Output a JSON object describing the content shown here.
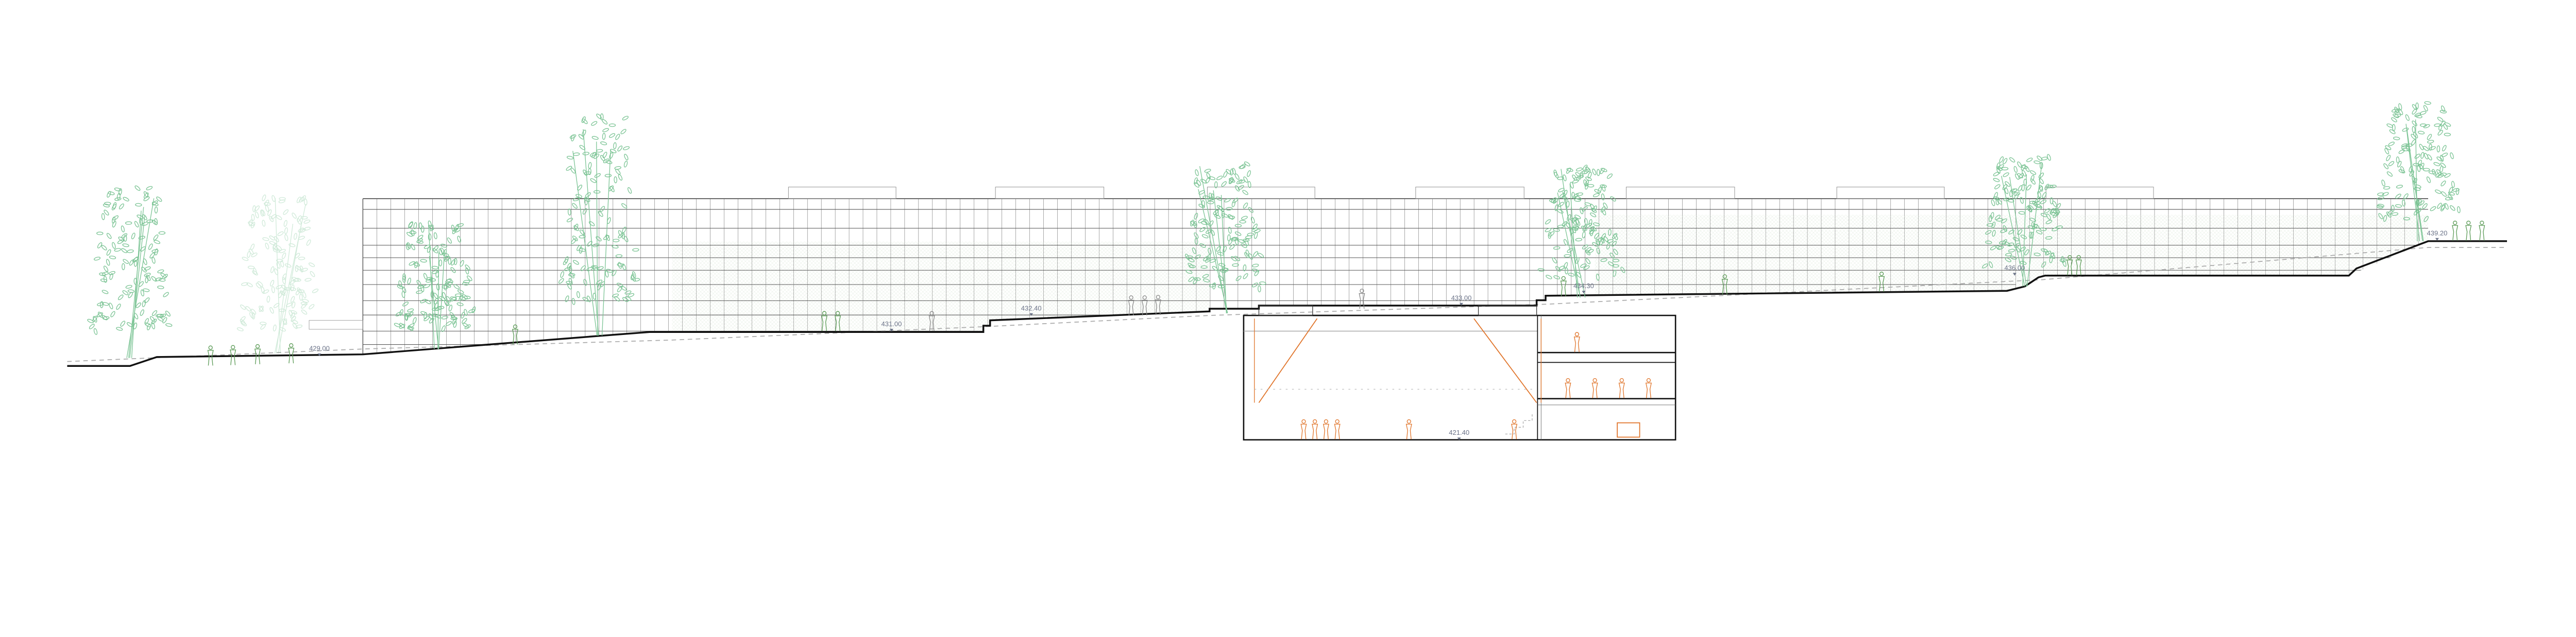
{
  "drawing": {
    "type": "architectural-section",
    "colors": {
      "ground": "#111111",
      "grid": "#444444",
      "vegetation": "#7cc495",
      "people_surface": "#5a9a55",
      "people_underground": "#e07328",
      "labels": "#6b7388"
    }
  },
  "levels": [
    {
      "id": "street-left",
      "value": "429.00"
    },
    {
      "id": "lower-terrace",
      "value": "431.00"
    },
    {
      "id": "mid-terrace",
      "value": "432.40"
    },
    {
      "id": "station-roof",
      "value": "433.00"
    },
    {
      "id": "upper-terrace",
      "value": "434.30"
    },
    {
      "id": "sports-court",
      "value": "436.00"
    },
    {
      "id": "street-right",
      "value": "439.20"
    },
    {
      "id": "underground-hall",
      "value": "421.40"
    }
  ]
}
